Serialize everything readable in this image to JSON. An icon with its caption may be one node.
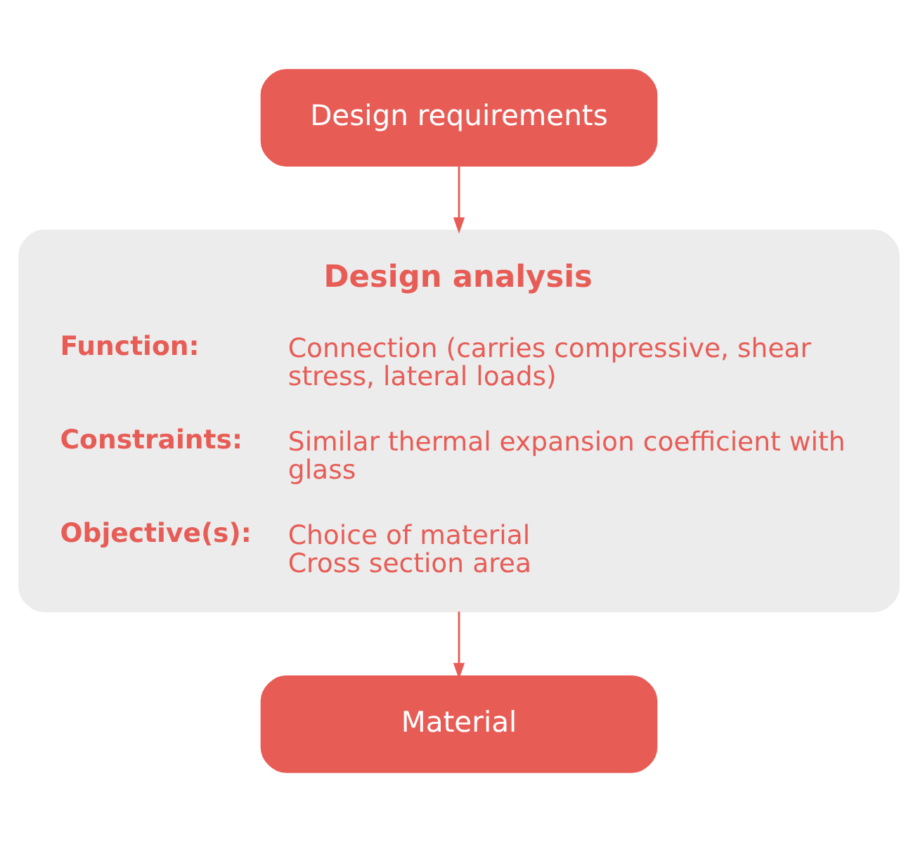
{
  "diagram": {
    "nodes": [
      {
        "text": [
          "Design requirements"
        ]
      },
      {
        "text": [
          "Design analysis",
          "Function:",
          "Connection (carries compressive, shear stress, lateral loads)",
          "Constraints:",
          "Similar thermal expansion coefficient with glass",
          "Objective(s):",
          "Choice of material",
          "Cross section area"
        ]
      },
      {
        "text": [
          "Material"
        ]
      }
    ],
    "edges": [
      {
        "from": 0,
        "to": 1,
        "arrow": "to"
      },
      {
        "from": 1,
        "to": 2,
        "arrow": "to"
      }
    ]
  }
}
